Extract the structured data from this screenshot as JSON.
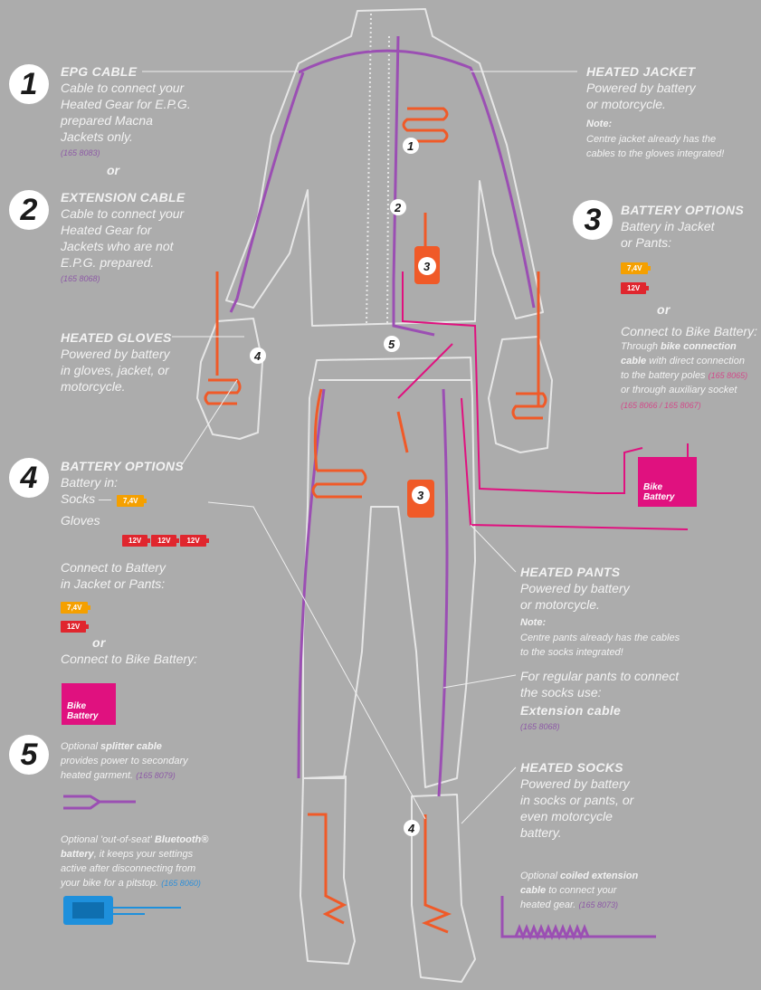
{
  "colors": {
    "background": "#acacac",
    "cable": "#9b4fb3",
    "heater": "#f05a28",
    "bike_battery": "#e0117f",
    "battery_7v": "#f5a000",
    "battery_12v": "#e0262e",
    "bluetooth": "#1e90dc"
  },
  "epg": {
    "number": "1",
    "title": "EPG CABLE",
    "lines": [
      "Cable to connect your",
      "Heated Gear for E.P.G.",
      "prepared Macna",
      "Jackets only."
    ],
    "part": "(165 8083)"
  },
  "or_label": "or",
  "extension": {
    "number": "2",
    "title": "EXTENSION CABLE",
    "lines": [
      "Cable to connect your",
      "Heated Gear for",
      "Jackets who are not",
      "E.P.G. prepared."
    ],
    "part": "(165 8068)"
  },
  "gloves": {
    "title": "HEATED GLOVES",
    "lines": [
      "Powered by battery",
      "in gloves, jacket, or",
      "motorcycle."
    ]
  },
  "battery4": {
    "number": "4",
    "title": "BATTERY OPTIONS",
    "subtitle": "Battery in:",
    "socks": "Socks",
    "gloves": "Gloves",
    "connect_jacket": [
      "Connect to Battery",
      "in Jacket or Pants:"
    ],
    "connect_bike": "Connect to Bike Battery:"
  },
  "batteries": {
    "v74": "7,4V",
    "v12": "12V",
    "bike_line1": "Bike",
    "bike_line2": "Battery"
  },
  "splitter": {
    "number": "5",
    "pre": "Optional ",
    "bold": "splitter cable",
    "lines": [
      "provides power to secondary",
      "heated garment."
    ],
    "part": "(165 8079)"
  },
  "bluetooth": {
    "pre": "Optional 'out-of-seat' ",
    "bold1": "Bluetooth®",
    "bold2": "battery",
    "line1_rest": ", it keeps your settings",
    "lines": [
      "active after disconnecting from",
      "your bike for a pitstop."
    ],
    "part": "(165 8060)"
  },
  "jacket": {
    "title": "HEATED JACKET",
    "lines": [
      "Powered by battery",
      "or motorcycle."
    ],
    "note_label": "Note:",
    "note": [
      "Centre jacket already has the",
      "cables to the gloves integrated!"
    ]
  },
  "battery3": {
    "number": "3",
    "title": "BATTERY OPTIONS",
    "lines": [
      "Battery in Jacket",
      "or Pants:"
    ],
    "connect_bike": "Connect to Bike Battery:",
    "through": "Through ",
    "bold1": "bike connection",
    "bold2": "cable",
    "rest1": " with direct connection",
    "rest2": "to the battery poles ",
    "part1": "(165 8065)",
    "rest3": "or through auxiliary socket",
    "part2": "(165 8066 / 165 8067)"
  },
  "pants": {
    "title": "HEATED PANTS",
    "lines": [
      "Powered by battery",
      "or motorcycle."
    ],
    "note_label": "Note:",
    "note": [
      "Centre pants already has the cables",
      "to the socks integrated!"
    ]
  },
  "regular": {
    "lines": [
      "For regular pants to connect",
      "the socks use:"
    ],
    "bold": "Extension cable",
    "part": "(165 8068)"
  },
  "socks": {
    "title": "HEATED SOCKS",
    "lines": [
      "Powered by battery",
      "in socks or pants, or",
      "even motorcycle",
      "battery."
    ]
  },
  "coiled": {
    "pre": "Optional ",
    "bold1": "coiled extension",
    "bold2": "cable",
    "rest": " to connect your",
    "line3": "heated gear.",
    "part": "(165 8073)"
  },
  "markers": {
    "m1": "1",
    "m2": "2",
    "m3a": "3",
    "m3b": "3",
    "m4a": "4",
    "m4b": "4",
    "m5": "5"
  }
}
